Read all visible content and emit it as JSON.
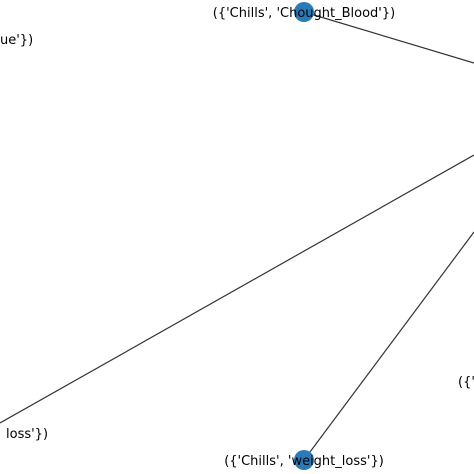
{
  "diagram": {
    "colors": {
      "node": "#2a7ab8",
      "edge": "#333333",
      "label": "#000000",
      "background": "#ffffff"
    },
    "nodes": [
      {
        "id": "chills-chought-blood",
        "label": "({'Chills', 'Chought_Blood'})"
      },
      {
        "id": "top-left-partial",
        "label": "ue'})"
      },
      {
        "id": "bottom-left-partial",
        "label": "loss'})"
      },
      {
        "id": "chills-weight-loss",
        "label": "({'Chills', 'weight_loss'})"
      },
      {
        "id": "right-partial",
        "label": "({'"
      }
    ],
    "edges": [
      {
        "from": "chills-chought-blood",
        "to": "offscreen-right-hub"
      },
      {
        "from": "bottom-left-partial",
        "to": "offscreen-right-hub"
      },
      {
        "from": "chills-weight-loss",
        "to": "offscreen-right-lower"
      }
    ]
  }
}
